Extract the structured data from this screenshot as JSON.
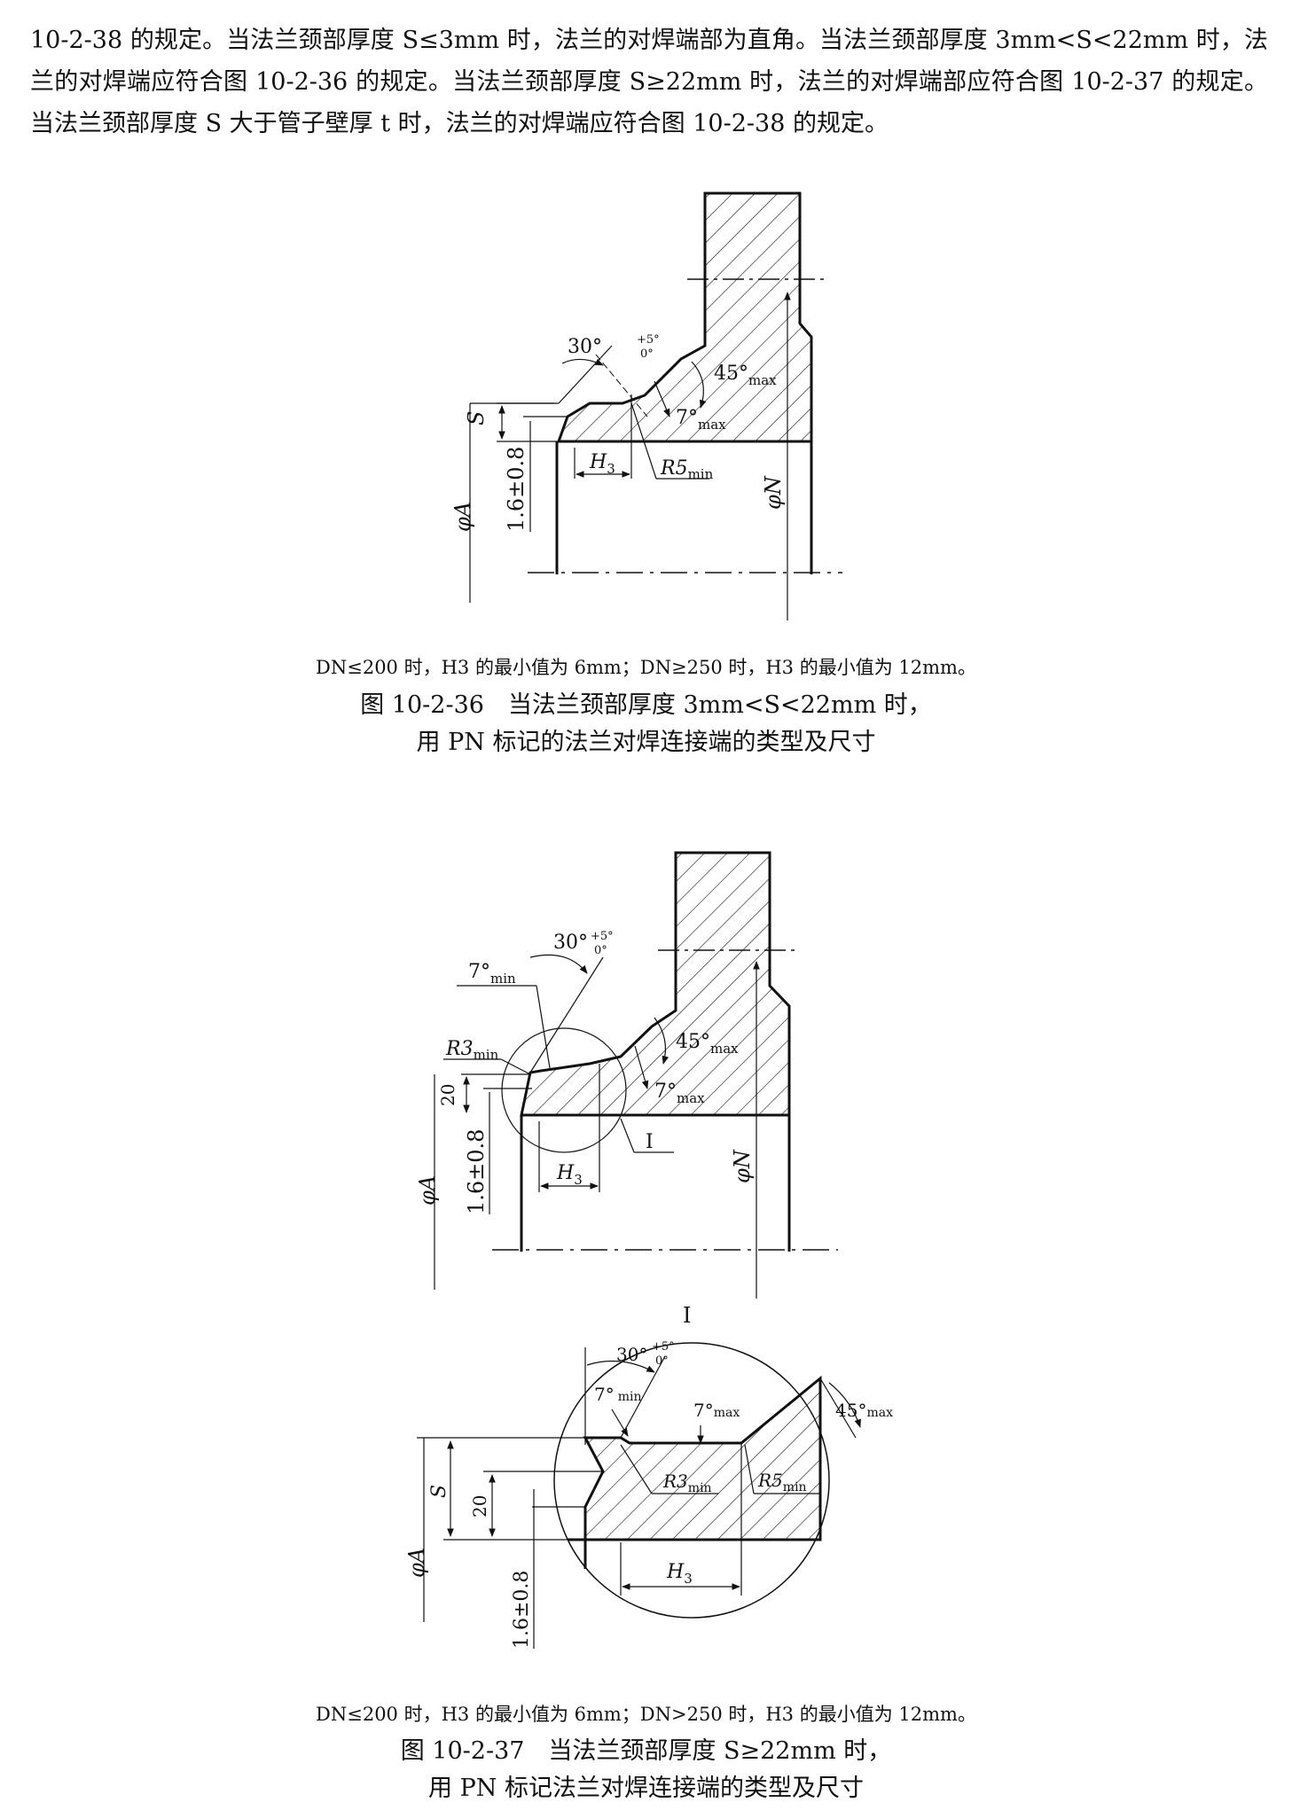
{
  "intro_text": "10-2-38 的规定。当法兰颈部厚度 S≤3mm 时，法兰的对焊端部为直角。当法兰颈部厚度 3mm<S<22mm 时，法兰的对焊端应符合图 10-2-36 的规定。当法兰颈部厚度 S≥22mm 时，法兰的对焊端部应符合图 10-2-37 的规定。当法兰颈部厚度 S 大于管子壁厚 t 时，法兰的对焊端应符合图 10-2-38 的规定。",
  "fig36": {
    "angle30": "30°",
    "tol_plus": "+5°",
    "tol_zero": "0°",
    "angle45": "45°",
    "angle7": "7°",
    "max": "max",
    "min": "min",
    "S": "S",
    "H3": "H",
    "sub3": "3",
    "R5": "R5",
    "phiA": "φA",
    "phiN": "φN",
    "tol16": "1.6±0.8",
    "note": "DN≤200 时，H3 的最小值为 6mm；DN≥250 时，H3 的最小值为 12mm。",
    "caption_line1": "图 10-2-36　当法兰颈部厚度 3mm<S<22mm 时，",
    "caption_line2": "用 PN 标记的法兰对焊连接端的类型及尺寸"
  },
  "fig37": {
    "angle30": "30°",
    "tol_plus": "+5°",
    "tol_zero": "0°",
    "angle7": "7°",
    "angle45": "45°",
    "min": "min",
    "max": "max",
    "R3": "R3",
    "R5": "R5",
    "dim20": "20",
    "S": "S",
    "H3": "H",
    "sub3": "3",
    "phiA": "φA",
    "phiN": "φN",
    "tol16": "1.6±0.8",
    "detail_mark": "I",
    "note": "DN≤200 时，H3 的最小值为 6mm；DN>250 时，H3 的最小值为 12mm。",
    "caption_line1": "图 10-2-37　当法兰颈部厚度 S≥22mm 时，",
    "caption_line2": "用 PN 标记法兰对焊连接端的类型及尺寸"
  }
}
